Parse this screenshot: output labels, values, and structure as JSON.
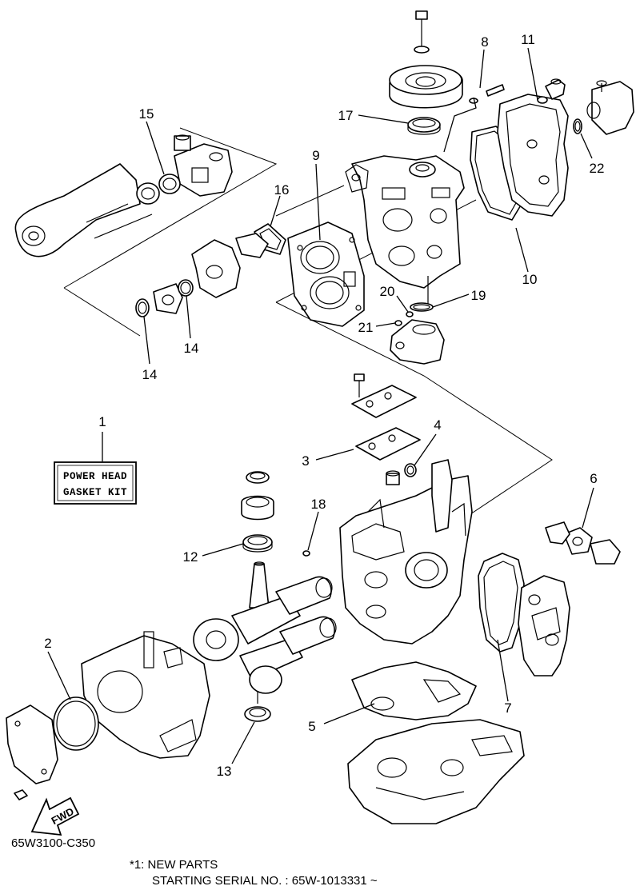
{
  "callouts": [
    {
      "id": "c1",
      "text": "1"
    },
    {
      "id": "c2",
      "text": "2"
    },
    {
      "id": "c3",
      "text": "3"
    },
    {
      "id": "c4",
      "text": "4"
    },
    {
      "id": "c5",
      "text": "5"
    },
    {
      "id": "c6",
      "text": "6"
    },
    {
      "id": "c7",
      "text": "7"
    },
    {
      "id": "c8",
      "text": "8"
    },
    {
      "id": "c9",
      "text": "9"
    },
    {
      "id": "c10",
      "text": "10"
    },
    {
      "id": "c11",
      "text": "11"
    },
    {
      "id": "c12",
      "text": "12"
    },
    {
      "id": "c13",
      "text": "13"
    },
    {
      "id": "c14a",
      "text": "14"
    },
    {
      "id": "c14b",
      "text": "14"
    },
    {
      "id": "c15",
      "text": "15"
    },
    {
      "id": "c16",
      "text": "16"
    },
    {
      "id": "c17",
      "text": "17"
    },
    {
      "id": "c18",
      "text": "18"
    },
    {
      "id": "c19",
      "text": "19"
    },
    {
      "id": "c20",
      "text": "20"
    },
    {
      "id": "c21",
      "text": "21"
    },
    {
      "id": "c22",
      "text": "22"
    }
  ],
  "kit_box": {
    "line1": "POWER HEAD",
    "line2": "GASKET KIT"
  },
  "fwd_label": "FWD",
  "drawing_code": "65W3100-C350",
  "note": {
    "line1": "*1: NEW PARTS",
    "line2": "STARTING SERIAL NO. : 65W-1013331 ~"
  }
}
